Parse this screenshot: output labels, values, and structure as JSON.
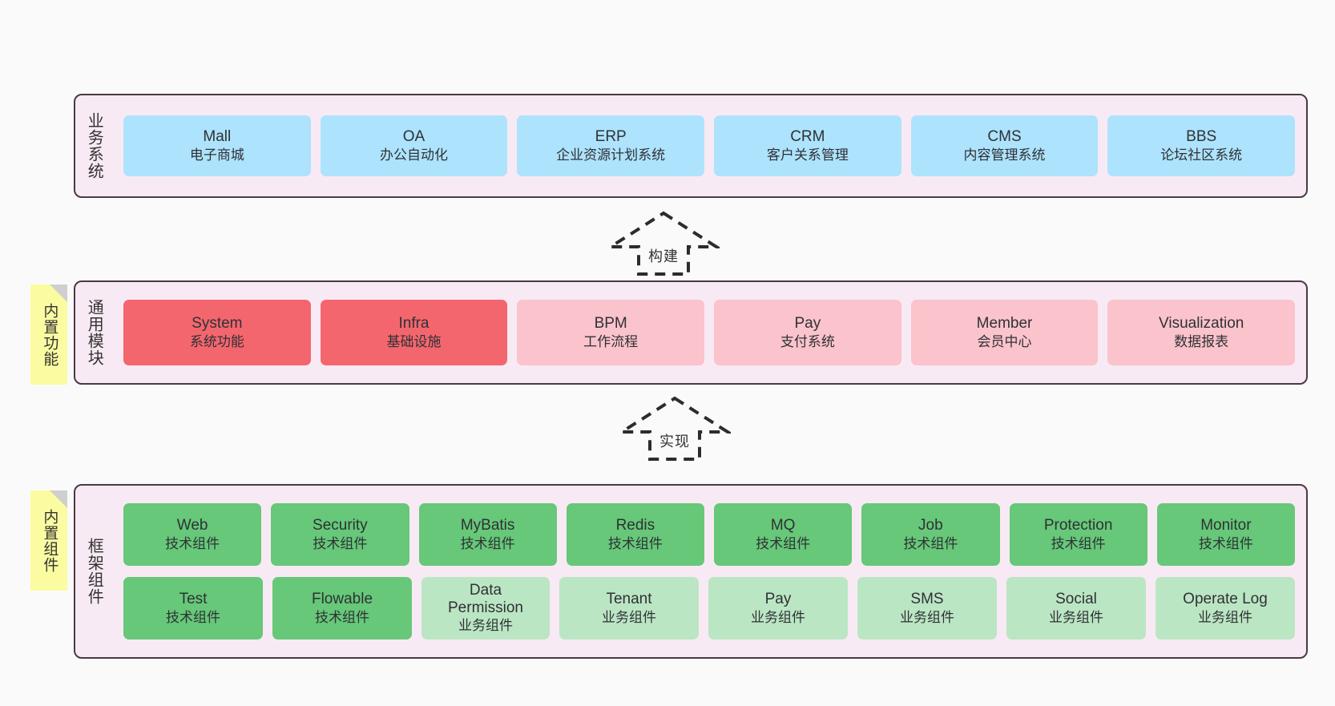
{
  "diagram": {
    "background_color": "#fafafa",
    "layer_fill": "#f8eaf4",
    "layer_border": "#4a3a44",
    "sticky_color": "#fbfba1",
    "colors": {
      "blue": "#ade3fc",
      "red": "#f4666d",
      "pink": "#fbc3cb",
      "green": "#66c878",
      "light_green": "#bbe6c3"
    }
  },
  "layers": [
    {
      "id": "business-systems",
      "title": "业务系统",
      "nodes": [
        {
          "title": "Mall",
          "sub": "电子商城",
          "color": "blue"
        },
        {
          "title": "OA",
          "sub": "办公自动化",
          "color": "blue"
        },
        {
          "title": "ERP",
          "sub": "企业资源计划系统",
          "color": "blue"
        },
        {
          "title": "CRM",
          "sub": "客户关系管理",
          "color": "blue"
        },
        {
          "title": "CMS",
          "sub": "内容管理系统",
          "color": "blue"
        },
        {
          "title": "BBS",
          "sub": "论坛社区系统",
          "color": "blue"
        }
      ]
    },
    {
      "id": "common-modules",
      "title": "通用模块",
      "sticky": "内置功能",
      "nodes": [
        {
          "title": "System",
          "sub": "系统功能",
          "color": "red"
        },
        {
          "title": "Infra",
          "sub": "基础设施",
          "color": "red"
        },
        {
          "title": "BPM",
          "sub": "工作流程",
          "color": "pink"
        },
        {
          "title": "Pay",
          "sub": "支付系统",
          "color": "pink"
        },
        {
          "title": "Member",
          "sub": "会员中心",
          "color": "pink"
        },
        {
          "title": "Visualization",
          "sub": "数据报表",
          "color": "pink"
        }
      ]
    },
    {
      "id": "framework-components",
      "title": "框架组件",
      "sticky": "内置组件",
      "rows": [
        [
          {
            "title": "Web",
            "sub": "技术组件",
            "color": "green"
          },
          {
            "title": "Security",
            "sub": "技术组件",
            "color": "green"
          },
          {
            "title": "MyBatis",
            "sub": "技术组件",
            "color": "green"
          },
          {
            "title": "Redis",
            "sub": "技术组件",
            "color": "green"
          },
          {
            "title": "MQ",
            "sub": "技术组件",
            "color": "green"
          },
          {
            "title": "Job",
            "sub": "技术组件",
            "color": "green"
          },
          {
            "title": "Protection",
            "sub": "技术组件",
            "color": "green"
          },
          {
            "title": "Monitor",
            "sub": "技术组件",
            "color": "green"
          }
        ],
        [
          {
            "title": "Test",
            "sub": "技术组件",
            "color": "green"
          },
          {
            "title": "Flowable",
            "sub": "技术组件",
            "color": "green"
          },
          {
            "title": "Data Permission",
            "sub": "业务组件",
            "color": "light_green"
          },
          {
            "title": "Tenant",
            "sub": "业务组件",
            "color": "light_green"
          },
          {
            "title": "Pay",
            "sub": "业务组件",
            "color": "light_green"
          },
          {
            "title": "SMS",
            "sub": "业务组件",
            "color": "light_green"
          },
          {
            "title": "Social",
            "sub": "业务组件",
            "color": "light_green"
          },
          {
            "title": "Operate Log",
            "sub": "业务组件",
            "color": "light_green"
          }
        ]
      ]
    }
  ],
  "arrows": [
    {
      "id": "build-arrow",
      "label": "构建",
      "direction": "up",
      "style": "dashed-hollow"
    },
    {
      "id": "implement-arrow",
      "label": "实现",
      "direction": "up",
      "style": "dashed-hollow"
    }
  ]
}
